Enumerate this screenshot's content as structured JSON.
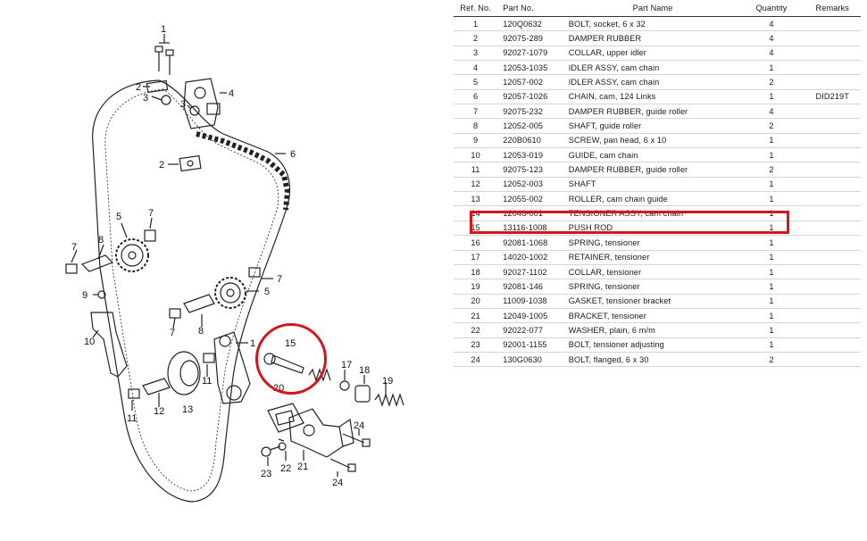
{
  "table": {
    "headers": {
      "ref": "Ref. No.",
      "part_no": "Part No.",
      "name": "Part Name",
      "qty": "Quantity",
      "remarks": "Remarks"
    },
    "rows": [
      {
        "ref": "1",
        "part_no": "120Q0632",
        "name": "BOLT, socket, 6 x 32",
        "qty": "4",
        "remarks": ""
      },
      {
        "ref": "2",
        "part_no": "92075-289",
        "name": "DAMPER RUBBER",
        "qty": "4",
        "remarks": ""
      },
      {
        "ref": "3",
        "part_no": "92027-1079",
        "name": "COLLAR, upper idler",
        "qty": "4",
        "remarks": ""
      },
      {
        "ref": "4",
        "part_no": "12053-1035",
        "name": "IDLER ASSY, cam chain",
        "qty": "1",
        "remarks": ""
      },
      {
        "ref": "5",
        "part_no": "12057-002",
        "name": "IDLER ASSY, cam chain",
        "qty": "2",
        "remarks": ""
      },
      {
        "ref": "6",
        "part_no": "92057-1026",
        "name": "CHAIN, cam, 124 Links",
        "qty": "1",
        "remarks": "DID219T"
      },
      {
        "ref": "7",
        "part_no": "92075-232",
        "name": "DAMPER RUBBER, guide roller",
        "qty": "4",
        "remarks": ""
      },
      {
        "ref": "8",
        "part_no": "12052-005",
        "name": "SHAFT, guide roller",
        "qty": "2",
        "remarks": ""
      },
      {
        "ref": "9",
        "part_no": "220B0610",
        "name": "SCREW, pan head, 6 x 10",
        "qty": "1",
        "remarks": ""
      },
      {
        "ref": "10",
        "part_no": "12053-019",
        "name": "GUIDE, cam chain",
        "qty": "1",
        "remarks": ""
      },
      {
        "ref": "11",
        "part_no": "92075-123",
        "name": "DAMPER RUBBER, guide roller",
        "qty": "2",
        "remarks": ""
      },
      {
        "ref": "12",
        "part_no": "12052-003",
        "name": "SHAFT",
        "qty": "1",
        "remarks": ""
      },
      {
        "ref": "13",
        "part_no": "12055-002",
        "name": "ROLLER, cam chain guide",
        "qty": "1",
        "remarks": ""
      },
      {
        "ref": "14",
        "part_no": "12048-001",
        "name": "TENSIONER ASSY, cam chain",
        "qty": "1",
        "remarks": ""
      },
      {
        "ref": "15",
        "part_no": "13116-1008",
        "name": "PUSH ROD",
        "qty": "1",
        "remarks": ""
      },
      {
        "ref": "16",
        "part_no": "92081-1068",
        "name": "SPRING, tensioner",
        "qty": "1",
        "remarks": ""
      },
      {
        "ref": "17",
        "part_no": "14020-1002",
        "name": "RETAINER, tensioner",
        "qty": "1",
        "remarks": ""
      },
      {
        "ref": "18",
        "part_no": "92027-1102",
        "name": "COLLAR, tensioner",
        "qty": "1",
        "remarks": ""
      },
      {
        "ref": "19",
        "part_no": "92081-146",
        "name": "SPRING, tensioner",
        "qty": "1",
        "remarks": ""
      },
      {
        "ref": "20",
        "part_no": "11009-1038",
        "name": "GASKET, tensioner bracket",
        "qty": "1",
        "remarks": ""
      },
      {
        "ref": "21",
        "part_no": "12049-1005",
        "name": "BRACKET, tensioner",
        "qty": "1",
        "remarks": ""
      },
      {
        "ref": "22",
        "part_no": "92022-077",
        "name": "WASHER, plain, 6 m/m",
        "qty": "1",
        "remarks": ""
      },
      {
        "ref": "23",
        "part_no": "92001-1155",
        "name": "BOLT, tensioner adjusting",
        "qty": "1",
        "remarks": ""
      },
      {
        "ref": "24",
        "part_no": "130G0630",
        "name": "BOLT, flanged, 6 x 30",
        "qty": "2",
        "remarks": ""
      }
    ],
    "highlighted_ref": "15"
  },
  "diagram": {
    "callouts": {
      "c1": "1",
      "c2a": "2",
      "c2b": "2",
      "c3a": "3",
      "c3b": "3",
      "c4": "4",
      "c5a": "5",
      "c5b": "5",
      "c6": "6",
      "c7a": "7",
      "c7b": "7",
      "c7c": "7",
      "c7d": "7",
      "c8a": "8",
      "c8b": "8",
      "c9": "9",
      "c10": "10",
      "c11a": "11",
      "c11b": "11",
      "c12": "12",
      "c13": "13",
      "c14": "1",
      "c15": "15",
      "c17": "17",
      "c18": "18",
      "c19": "19",
      "c20": "20",
      "c21": "21",
      "c22": "22",
      "c23": "23",
      "c24a": "24",
      "c24b": "24"
    }
  },
  "colors": {
    "highlight": "#d7141c",
    "ink": "#1a1a1a"
  }
}
